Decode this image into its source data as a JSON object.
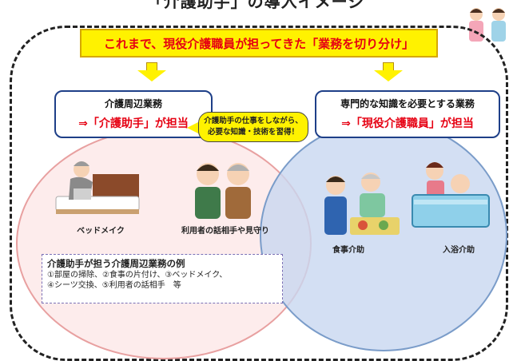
{
  "title": "「介護助手」の導入イメージ",
  "banner": "これまで、現役介護職員が担ってきた「業務を切り分け」",
  "left_box": {
    "heading": "介護周辺業務",
    "role": "⇒「介護助手」が担当"
  },
  "right_box": {
    "heading": "専門的な知識を必要とする業務",
    "role": "⇒「現役介護職員」が担当"
  },
  "bubble": {
    "line1": "介護助手の仕事をしながら、",
    "line2": "必要な知識・技術を習得！"
  },
  "captions": {
    "bed_make": "ベッドメイク",
    "talk_watch": "利用者の話相手や見守り",
    "meal": "食事介助",
    "bath": "入浴介助"
  },
  "examples": {
    "heading": "介護助手が担う介護周辺業務の例",
    "line1": "①部屋の掃除、②食事の片付け、③ベッドメイク、",
    "line2": "④シーツ交換、⑤利用者の話相手　等"
  },
  "colors": {
    "banner_fill": "#fff200",
    "accent_red": "#e60012",
    "box_border": "#1e3f88",
    "left_circle": "#fcdcdc",
    "right_circle": "#c8d7f0"
  }
}
